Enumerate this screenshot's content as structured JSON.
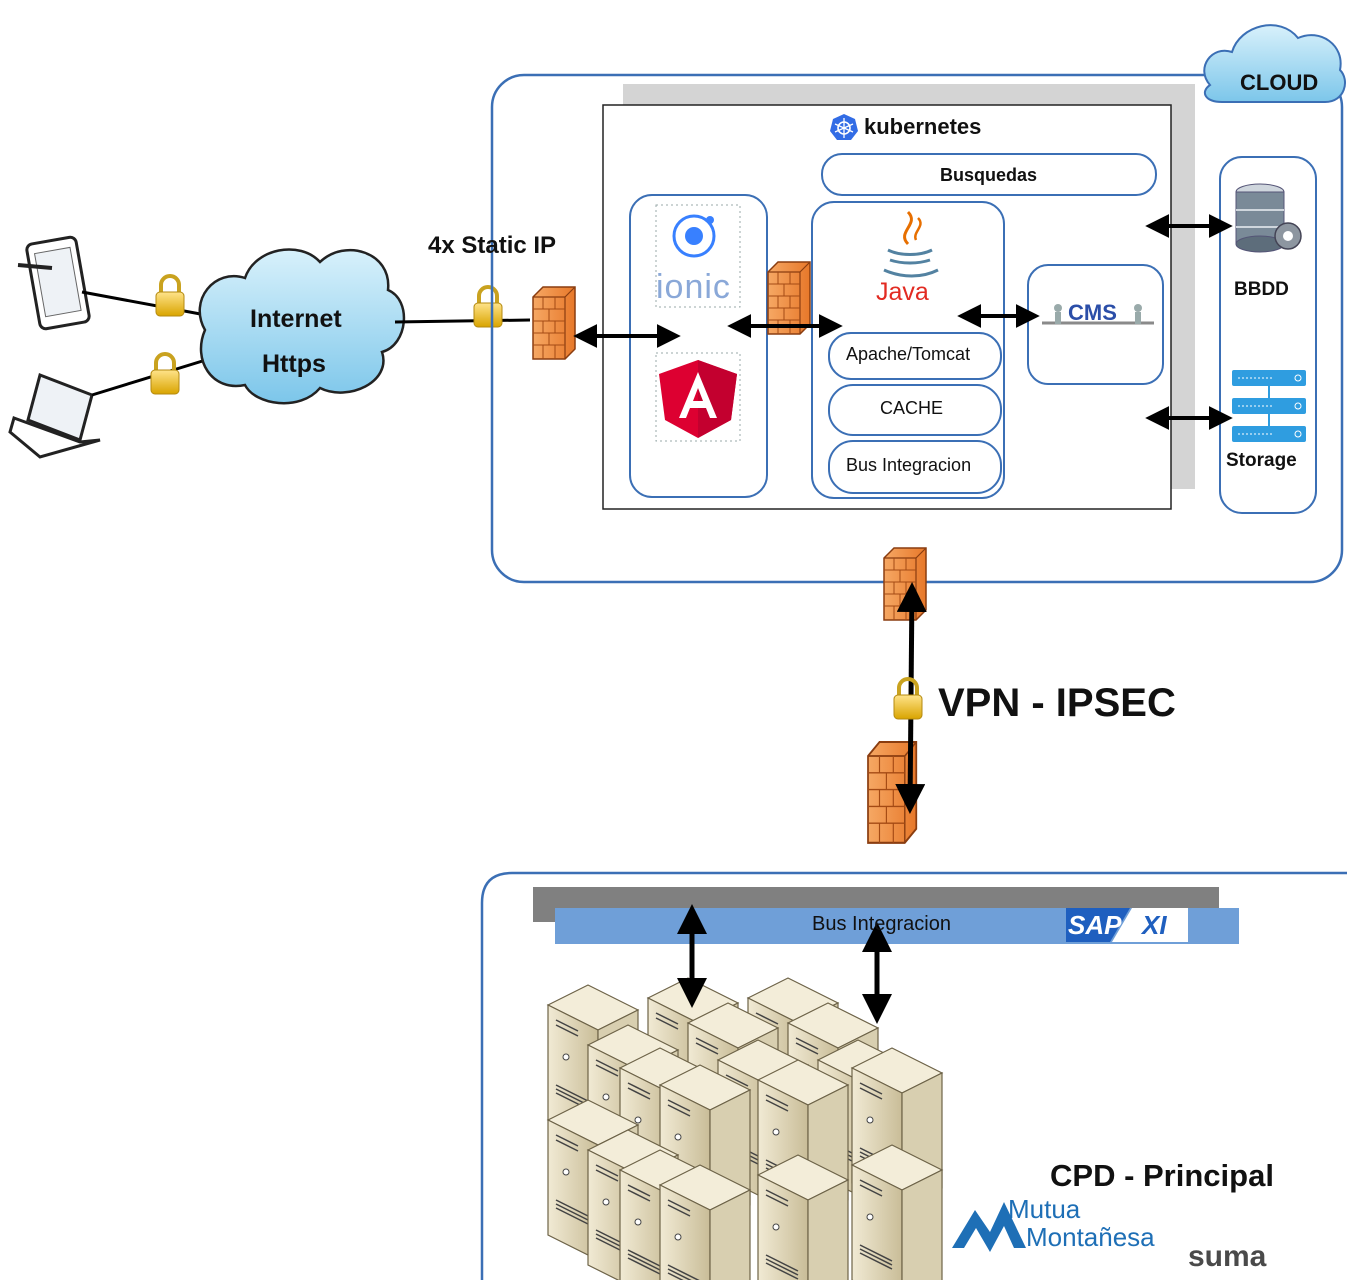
{
  "labels": {
    "cloud": "CLOUD",
    "internet": "Internet",
    "https": "Https",
    "static_ip": "4x Static IP",
    "kubernetes": "kubernetes",
    "busquedas": "Busquedas",
    "ionic": "ionic",
    "java": "Java",
    "apache_tomcat": "Apache/Tomcat",
    "cache": "CACHE",
    "bus_integracion_k8s": "Bus Integracion",
    "cms": "CMS",
    "bbdd": "BBDD",
    "storage": "Storage",
    "vpn": "VPN - IPSEC",
    "bus_integracion_cpd": "Bus Integracion",
    "sap": "SAP",
    "xi": "XI",
    "cpd": "CPD - Principal",
    "mutua_line1": "Mutua",
    "mutua_line2": "Montañesa",
    "suma": "suma"
  },
  "colors": {
    "cloud_border": "#3b6fb5",
    "firewall_orange": "#f28a3a",
    "bus_blue": "#6f9fd8",
    "bus_gray": "#808080",
    "angular_red": "#dd0031",
    "ionic_blue": "#3880ff",
    "java_red": "#e76f00",
    "java_blue": "#5382a1",
    "k8s_blue": "#326ce5",
    "mutua_blue": "#1e6fb6",
    "suma_red": "#d9302c"
  }
}
